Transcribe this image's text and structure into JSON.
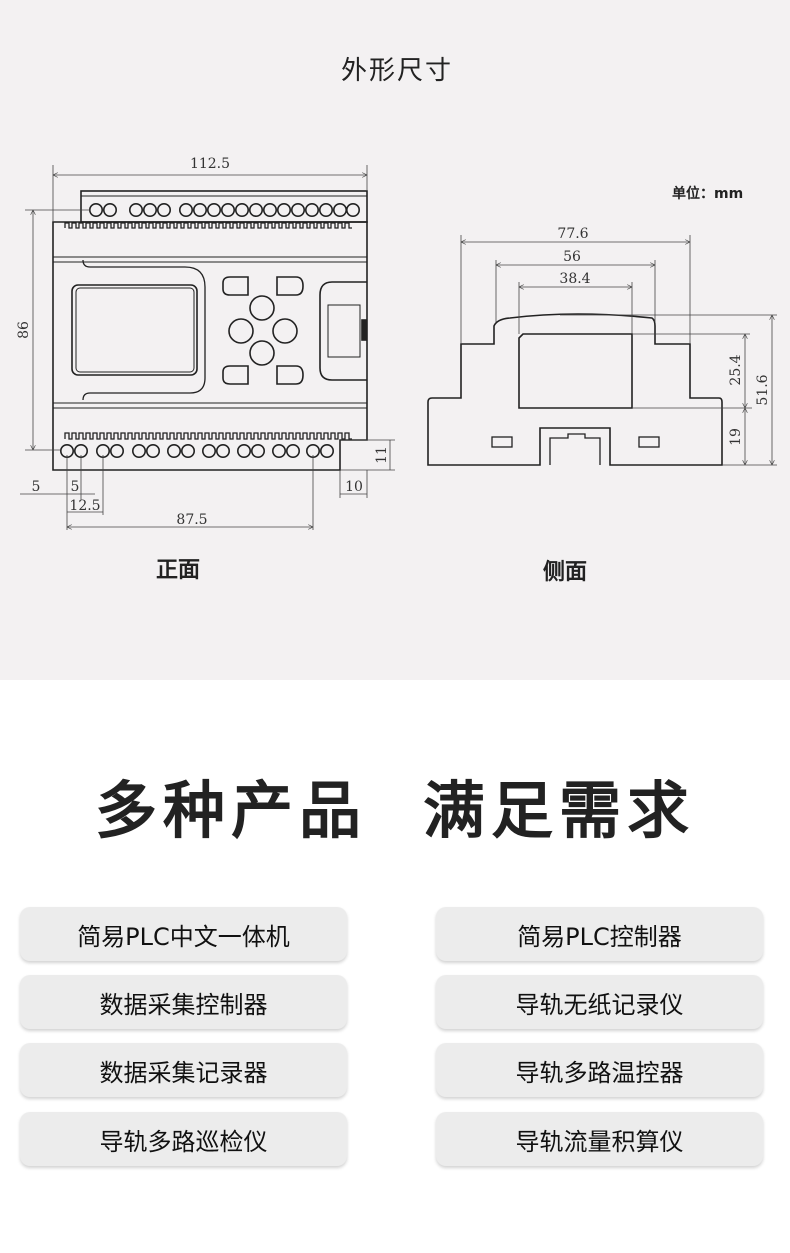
{
  "dimensions_section": {
    "title": "外形尺寸",
    "unit_label": "单位：mm",
    "front_caption": "正面",
    "side_caption": "侧面",
    "front_dims": {
      "width": "112.5",
      "height": "86",
      "terminal_height": "11",
      "offset_right": "10",
      "offset_left": "5",
      "pitch": "5",
      "first_pin": "12.5",
      "pin_span": "87.5"
    },
    "side_dims": {
      "depth": "77.6",
      "rail_width": "56",
      "inner_width": "38.4",
      "inner_height": "25.4",
      "base_height": "19",
      "total_height": "51.6"
    }
  },
  "products_section": {
    "headline_left": "多种产品",
    "headline_right": "满足需求",
    "products": [
      "简易PLC中文一体机",
      "简易PLC控制器",
      "数据采集控制器",
      "导轨无纸记录仪",
      "数据采集记录器",
      "导轨多路温控器",
      "导轨多路巡检仪",
      "导轨流量积算仪"
    ]
  }
}
